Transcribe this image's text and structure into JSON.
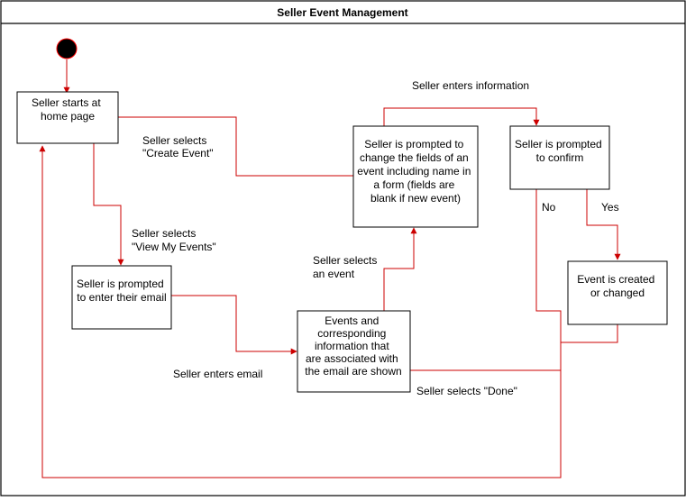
{
  "title": "Seller Event Management",
  "colors": {
    "frame": "#000000",
    "flow": "#cc0000",
    "box_fill": "#ffffff",
    "start_fill": "#000000",
    "start_stroke": "#ff0000"
  },
  "nodes": {
    "start": {
      "lines": [
        "Seller starts at",
        "home page"
      ]
    },
    "prompt_form": {
      "lines": [
        "Seller is prompted to",
        "change the fields of an",
        "event including name in",
        "a form (fields are",
        "blank if new event)"
      ]
    },
    "confirm": {
      "lines": [
        "Seller is prompted",
        "to confirm"
      ]
    },
    "email": {
      "lines": [
        "Seller is prompted",
        "to enter their email"
      ]
    },
    "events": {
      "lines": [
        "Events and",
        "corresponding",
        "information that",
        "are associated with",
        "the email are shown"
      ]
    },
    "created": {
      "lines": [
        "Event is created",
        "or changed"
      ]
    }
  },
  "labels": {
    "enters_info": {
      "lines": [
        "Seller enters information"
      ]
    },
    "create_event": {
      "lines": [
        "Seller selects",
        "\"Create Event\""
      ]
    },
    "view_events": {
      "lines": [
        "Seller selects",
        "\"View My Events\""
      ]
    },
    "select_event": {
      "lines": [
        "Seller selects",
        "an event"
      ]
    },
    "enters_email": {
      "lines": [
        "Seller enters email"
      ]
    },
    "done": {
      "lines": [
        "Seller selects \"Done\""
      ]
    },
    "no": {
      "lines": [
        "No"
      ]
    },
    "yes": {
      "lines": [
        "Yes"
      ]
    }
  }
}
